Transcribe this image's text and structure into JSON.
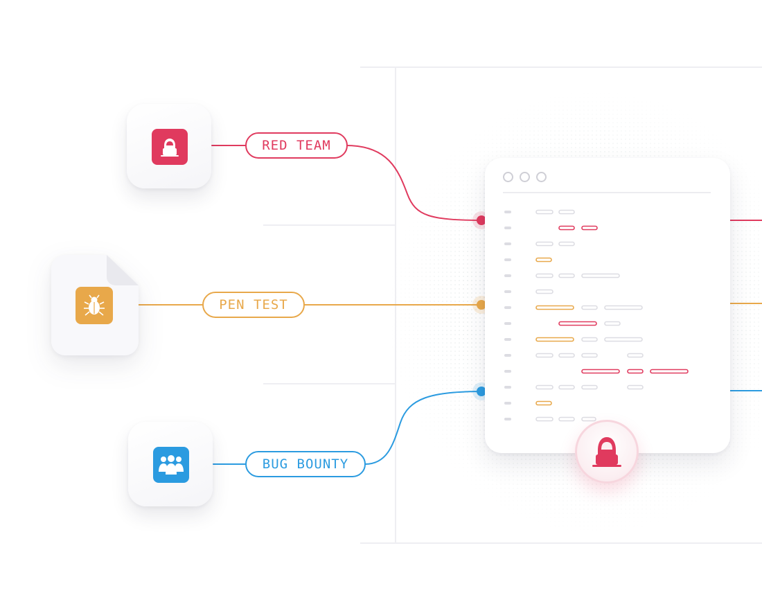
{
  "nodes": {
    "red_team": {
      "label": "RED TEAM",
      "color": "#e03a5e",
      "icon": "hacker-icon"
    },
    "pen_test": {
      "label": "PEN TEST",
      "color": "#e8a84a",
      "icon": "bug-icon"
    },
    "bug_bounty": {
      "label": "BUG BOUNTY",
      "color": "#2b9be0",
      "icon": "people-group-icon"
    }
  },
  "editor": {
    "window_controls": [
      "dot",
      "dot",
      "dot"
    ],
    "avatar_icon": "hacker-icon"
  },
  "colors": {
    "neutral_line": "#dcdce2",
    "red": "#e03a5e",
    "orange": "#e8a84a",
    "blue": "#2b9be0"
  }
}
